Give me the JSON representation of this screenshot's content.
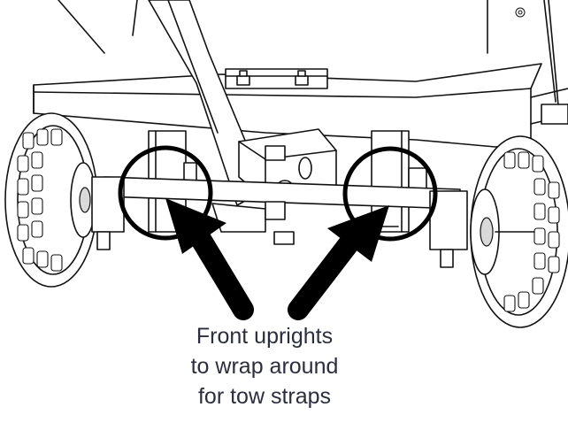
{
  "caption": {
    "line1": "Front uprights",
    "line2": "to wrap around",
    "line3": "for tow straps"
  },
  "colors": {
    "caption_text": "#2b2e3d",
    "line_art": "#111111",
    "arrow_fill": "#000000",
    "background": "#ffffff"
  }
}
